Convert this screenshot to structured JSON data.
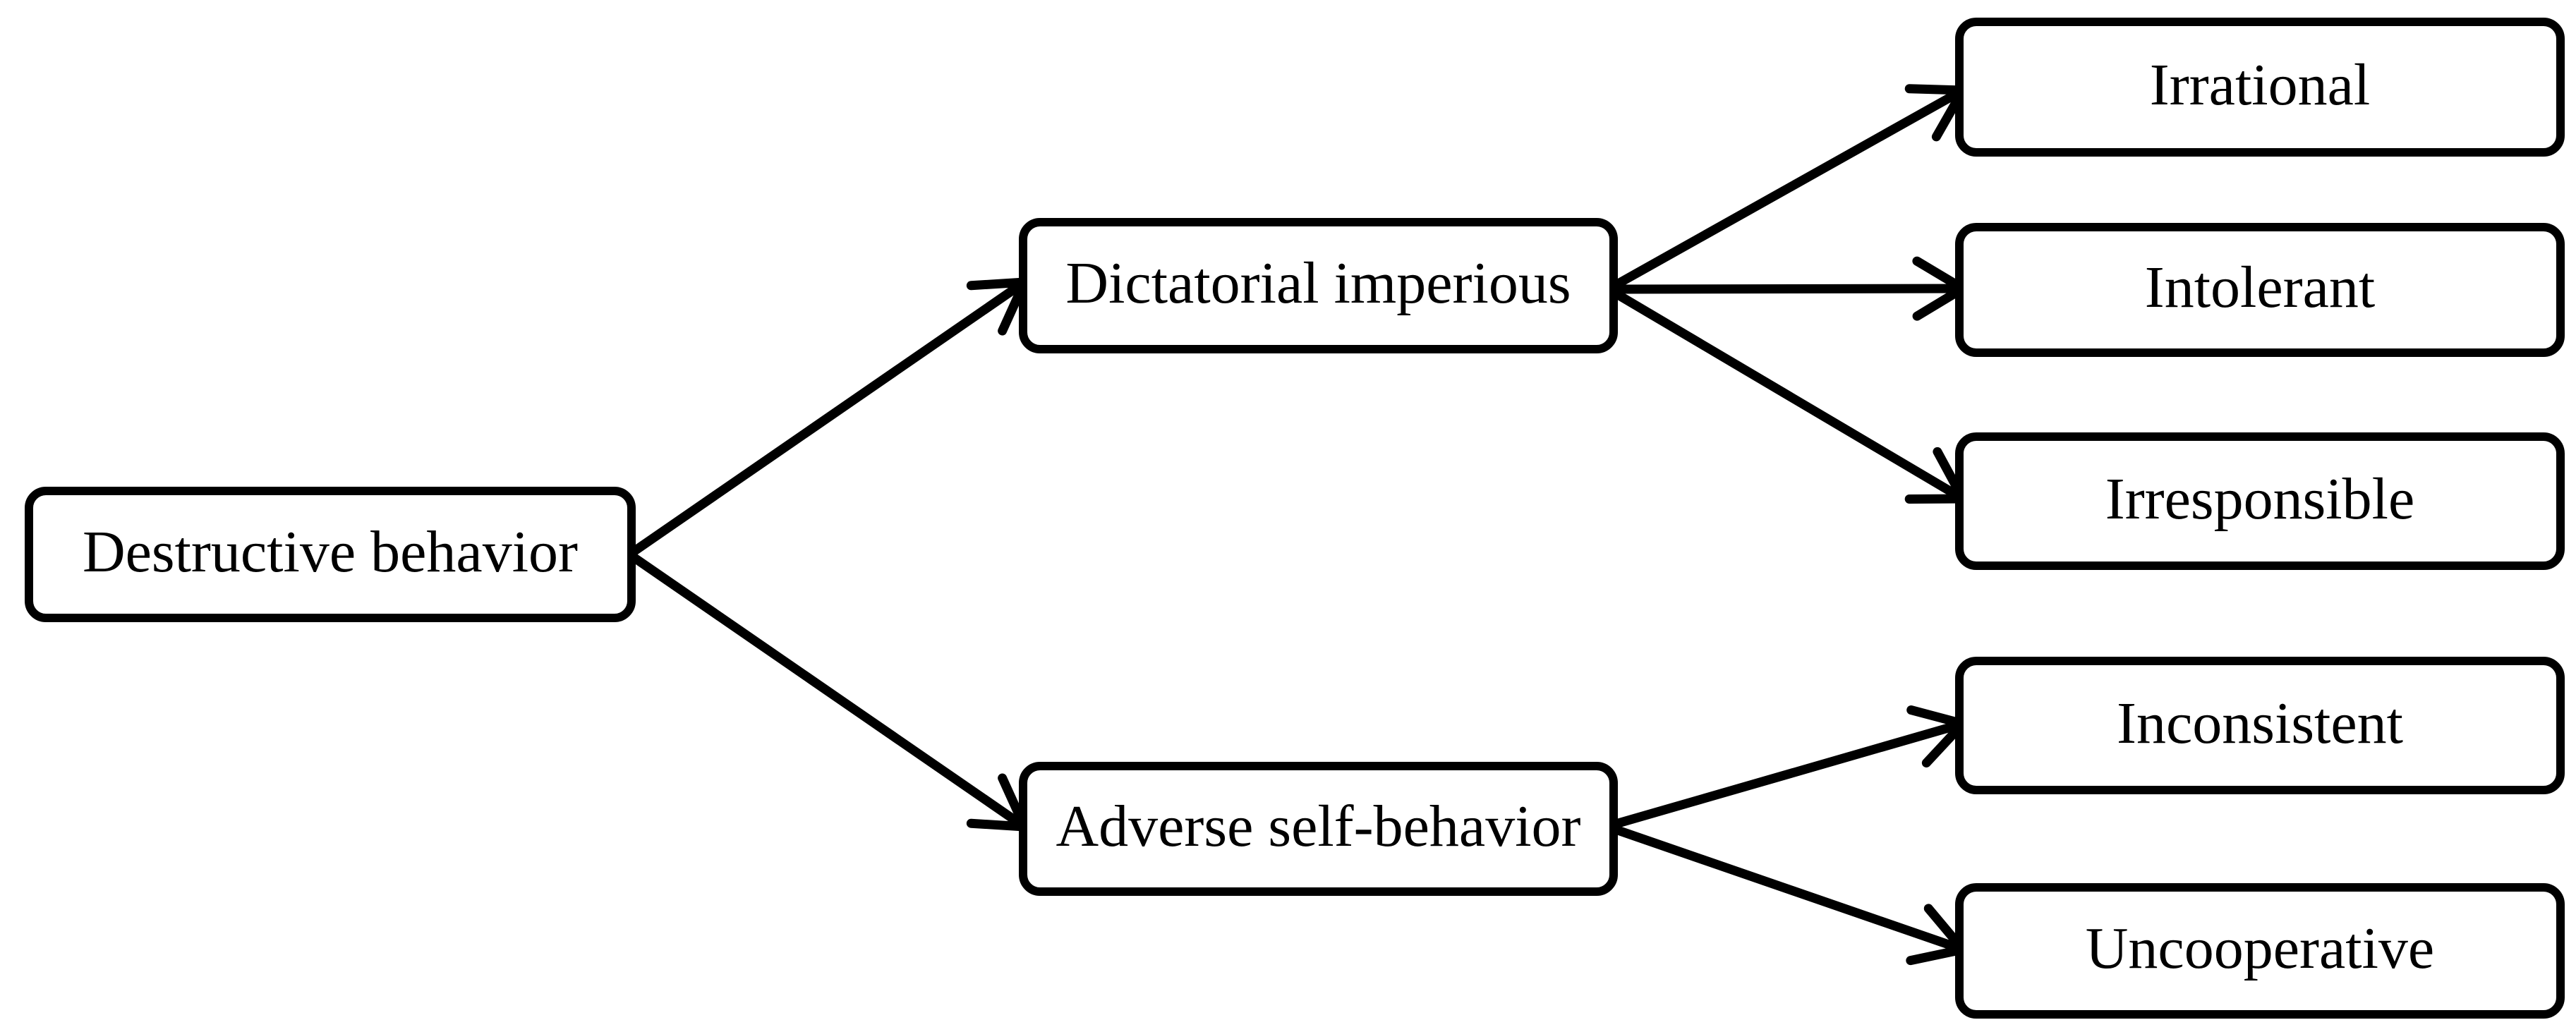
{
  "figure": {
    "colors": {
      "background": "#ffffff",
      "box_fill": "#ffffff",
      "box_border": "#000000",
      "arrow": "#000000",
      "text": "#000000"
    },
    "nodes": {
      "destructive": {
        "label": "Destructive behavior"
      },
      "dictatorial": {
        "label": "Dictatorial imperious"
      },
      "adverse": {
        "label": "Adverse self-behavior"
      },
      "irrational": {
        "label": "Irrational"
      },
      "intolerant": {
        "label": "Intolerant"
      },
      "irresponsible": {
        "label": "Irresponsible"
      },
      "inconsistent": {
        "label": "Inconsistent"
      },
      "uncooperative": {
        "label": "Uncooperative"
      }
    },
    "edges": [
      {
        "from": "Destructive behavior",
        "to": "Dictatorial imperious"
      },
      {
        "from": "Destructive behavior",
        "to": "Adverse self-behavior"
      },
      {
        "from": "Dictatorial imperious",
        "to": "Irrational"
      },
      {
        "from": "Dictatorial imperious",
        "to": "Intolerant"
      },
      {
        "from": "Dictatorial imperious",
        "to": "Irresponsible"
      },
      {
        "from": "Adverse self-behavior",
        "to": "Inconsistent"
      },
      {
        "from": "Adverse self-behavior",
        "to": "Uncooperative"
      }
    ]
  }
}
